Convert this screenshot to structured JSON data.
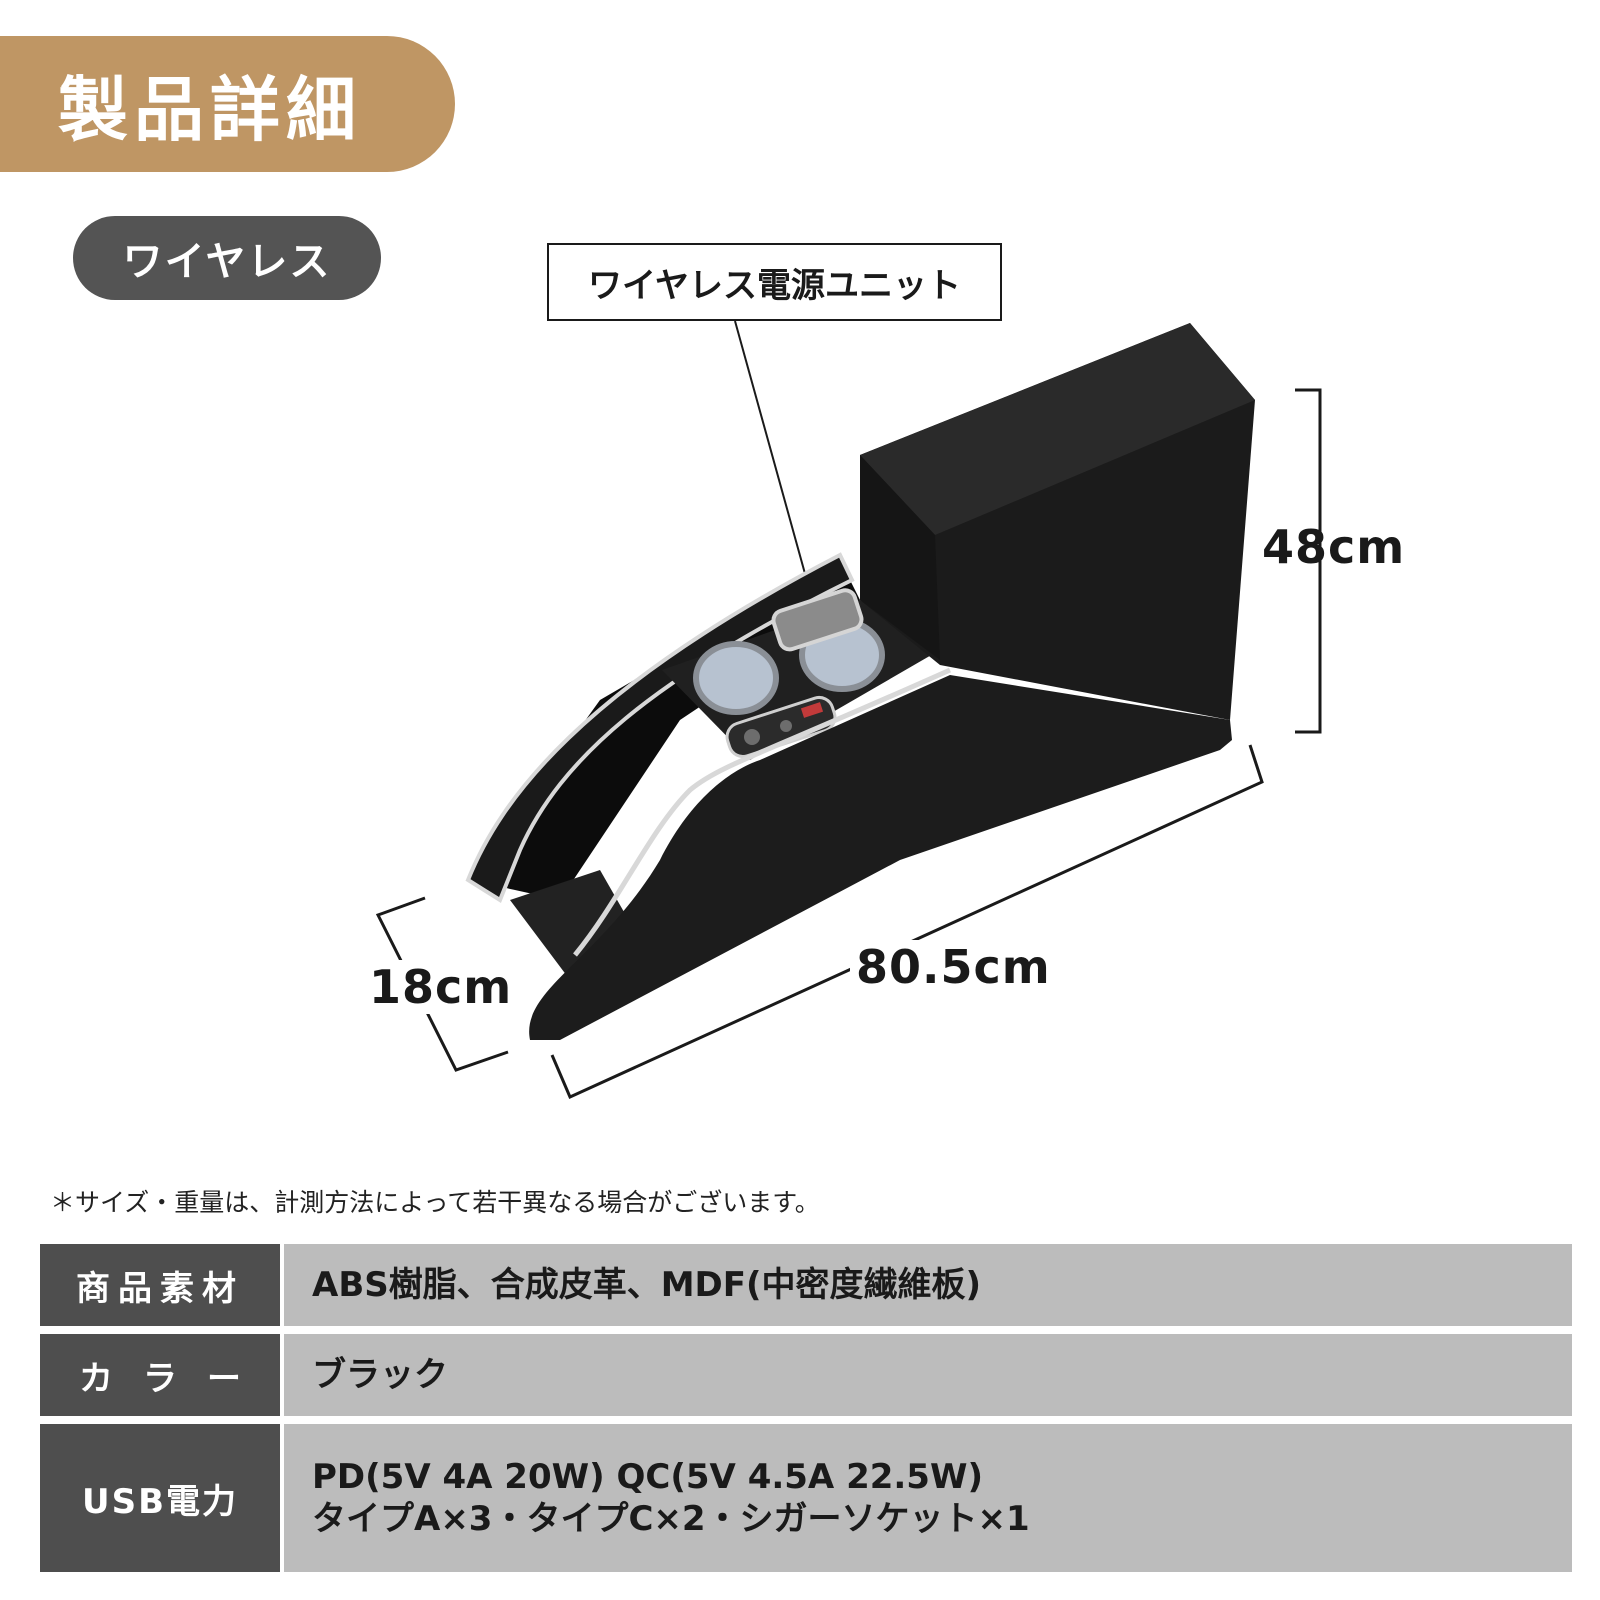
{
  "header": {
    "title": "製品詳細"
  },
  "variant": {
    "label": "ワイヤレス"
  },
  "callout": {
    "label": "ワイヤレス電源ユニット"
  },
  "dimensions": {
    "height": "48cm",
    "length": "80.5cm",
    "width": "18cm"
  },
  "note": "＊サイズ・重量は、計測方法によって若干異なる場合がございます。",
  "specs": [
    {
      "label": "商品素材",
      "value": "ABS樹脂、合成皮革、MDF(中密度繊維板)"
    },
    {
      "label": "カラー",
      "value": "ブラック"
    },
    {
      "label": "USB電力",
      "lines": [
        "PD(5V 4A 20W) QC(5V 4.5A 22.5W)",
        "タイプA×3・タイプC×2・シガーソケット×1"
      ]
    }
  ],
  "colors": {
    "accent": "#bf9664",
    "pill": "#545454",
    "spec_label_bg": "#4e4e4e",
    "spec_value_bg": "#bcbcbc",
    "product": "#1e1e1e"
  }
}
